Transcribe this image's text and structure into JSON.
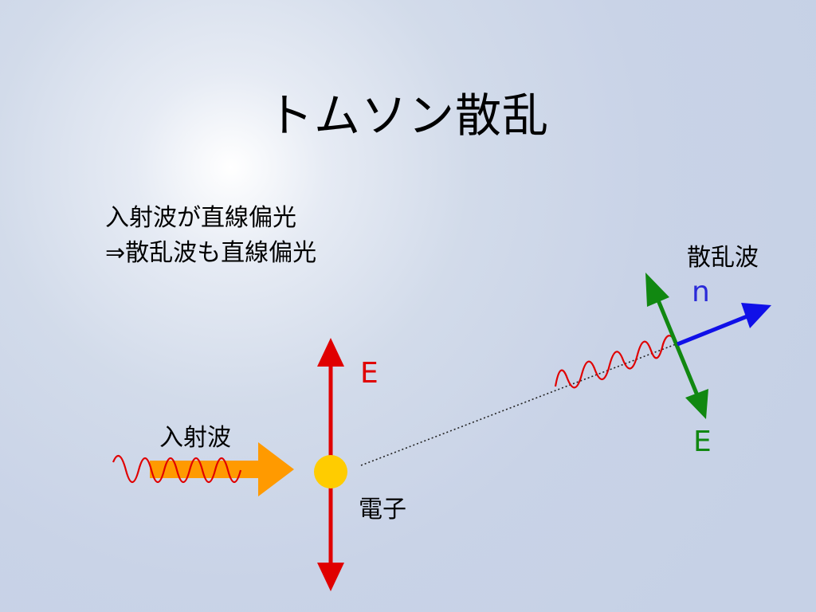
{
  "slide": {
    "title": "トムソン散乱",
    "description_line1": "入射波が直線偏光",
    "description_line2": "⇒散乱波も直線偏光"
  },
  "labels": {
    "incident_wave": "入射波",
    "electron": "電子",
    "scattered_wave": "散乱波",
    "e_field_incident": "E",
    "e_field_scattered": "E",
    "direction_n": "n"
  },
  "colors": {
    "wave": "#e00000",
    "incident_arrow": "#ff9a00",
    "e_field_incident": "#e00000",
    "e_field_scattered": "#118811",
    "direction_n": "#1010e8",
    "electron": "#ffcc00"
  }
}
